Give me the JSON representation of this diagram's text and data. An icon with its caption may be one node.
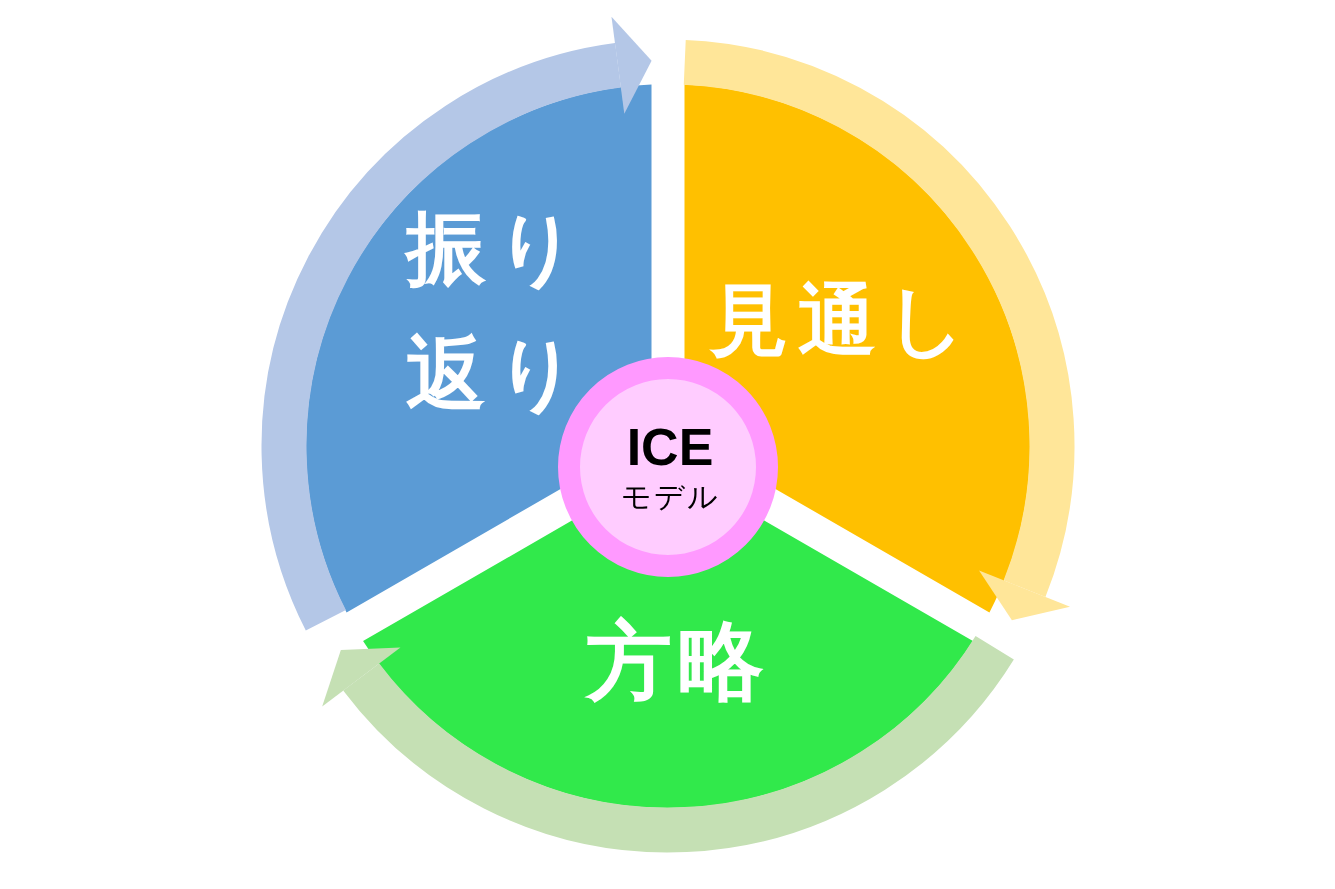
{
  "diagram": {
    "nodes": [
      {
        "text": [
          "振り返り"
        ]
      },
      {
        "text": [
          "見通し"
        ]
      },
      {
        "text": [
          "ICE",
          "モデル"
        ]
      },
      {
        "text": [
          "方略"
        ]
      }
    ]
  }
}
